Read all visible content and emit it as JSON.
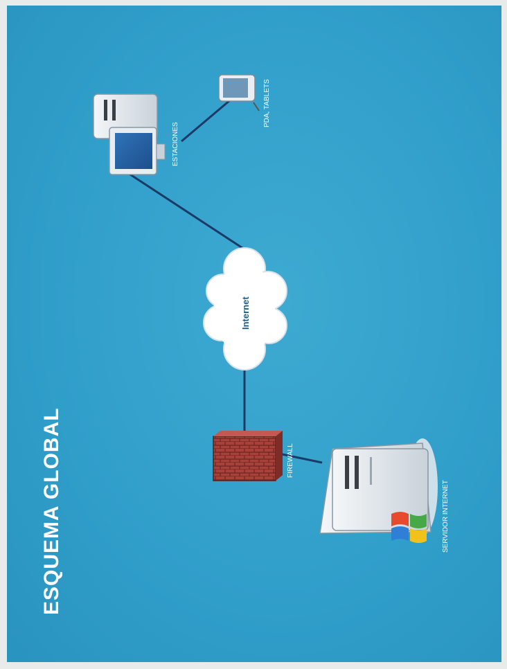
{
  "slide": {
    "title": "ESQUEMA GLOBAL"
  },
  "diagram": {
    "nodes": {
      "server": {
        "label": "SERVIDOR INTERNET"
      },
      "firewall": {
        "label": "FIREWALL"
      },
      "internet": {
        "label": "Internet"
      },
      "stations": {
        "label": "ESTACIONES"
      },
      "pda": {
        "label": "PDA, TABLETS"
      }
    },
    "edges": [
      {
        "from": "server",
        "to": "firewall"
      },
      {
        "from": "firewall",
        "to": "internet"
      },
      {
        "from": "internet",
        "to": "stations"
      },
      {
        "from": "stations",
        "to": "pda"
      }
    ]
  },
  "colors": {
    "background": "#2f9ec9",
    "connector": "#1b3a66",
    "firewall_brick": "#a8413a",
    "cloud": "#ffffff"
  }
}
